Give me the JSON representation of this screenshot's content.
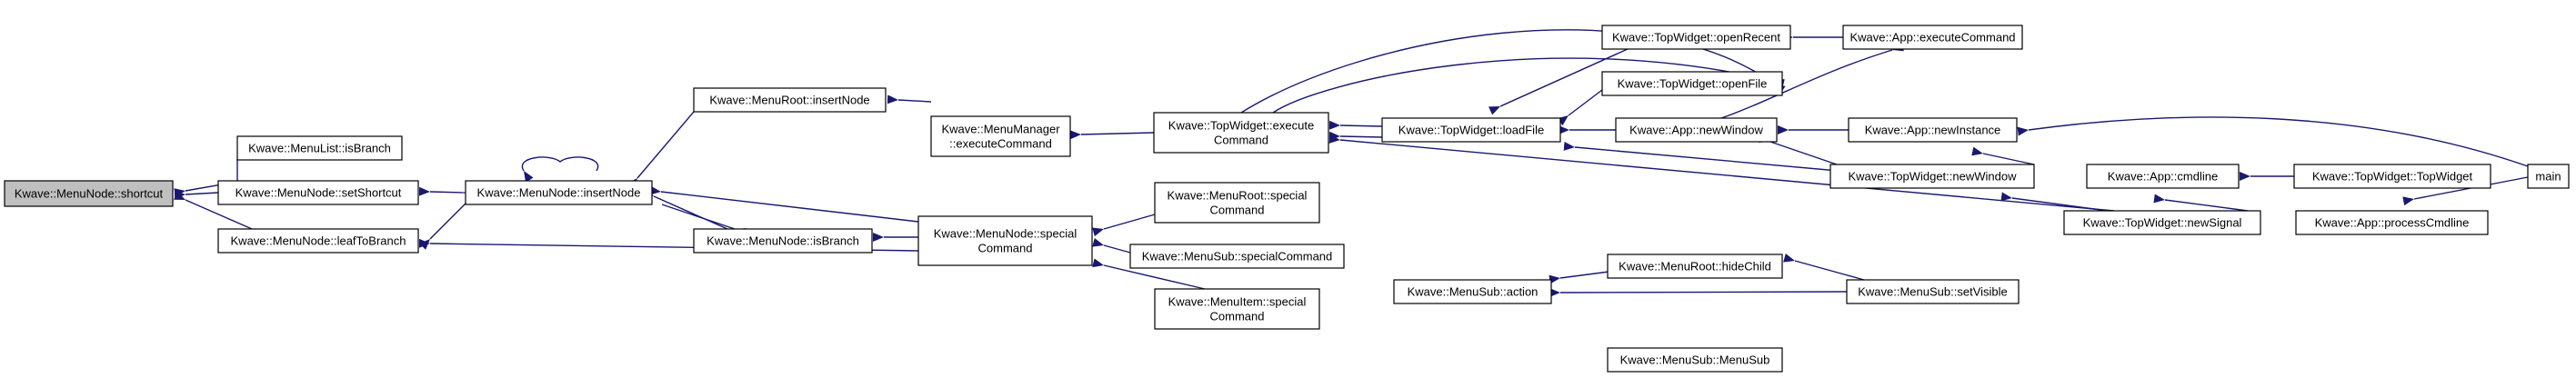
{
  "colors": {
    "edge": "#191970",
    "node_fill": "#ffffff",
    "highlight_fill": "#bfbfbf",
    "border": "#000000"
  },
  "nodes": [
    {
      "id": "n_shortcut",
      "lines": [
        "Kwave::MenuNode::shortcut"
      ],
      "highlight": true
    },
    {
      "id": "n_menulist_isbranch",
      "lines": [
        "Kwave::MenuList::isBranch"
      ]
    },
    {
      "id": "n_setshortcut",
      "lines": [
        "Kwave::MenuNode::setShortcut"
      ]
    },
    {
      "id": "n_leaftobranch",
      "lines": [
        "Kwave::MenuNode::leafToBranch"
      ]
    },
    {
      "id": "n_insertnode",
      "lines": [
        "Kwave::MenuNode::insertNode"
      ]
    },
    {
      "id": "n_isbranch",
      "lines": [
        "Kwave::MenuNode::isBranch"
      ]
    },
    {
      "id": "n_root_insertnode",
      "lines": [
        "Kwave::MenuRoot::insertNode"
      ]
    },
    {
      "id": "n_special",
      "lines": [
        "Kwave::MenuNode::special",
        "Command"
      ]
    },
    {
      "id": "n_manager_exec",
      "lines": [
        "Kwave::MenuManager",
        "::executeCommand"
      ]
    },
    {
      "id": "n_root_special",
      "lines": [
        "Kwave::MenuRoot::special",
        "Command"
      ]
    },
    {
      "id": "n_sub_special",
      "lines": [
        "Kwave::MenuSub::specialCommand"
      ]
    },
    {
      "id": "n_item_special",
      "lines": [
        "Kwave::MenuItem::special",
        "Command"
      ]
    },
    {
      "id": "n_tw_exec",
      "lines": [
        "Kwave::TopWidget::execute",
        "Command"
      ]
    },
    {
      "id": "n_sub_action",
      "lines": [
        "Kwave::MenuSub::action"
      ]
    },
    {
      "id": "n_tw_loadfile",
      "lines": [
        "Kwave::TopWidget::loadFile"
      ]
    },
    {
      "id": "n_tw_openrecent",
      "lines": [
        "Kwave::TopWidget::openRecent"
      ]
    },
    {
      "id": "n_tw_openfile",
      "lines": [
        "Kwave::TopWidget::openFile"
      ]
    },
    {
      "id": "n_app_newwindow",
      "lines": [
        "Kwave::App::newWindow"
      ]
    },
    {
      "id": "n_tw_newwindow",
      "lines": [
        "Kwave::TopWidget::newWindow"
      ]
    },
    {
      "id": "n_root_hidechild",
      "lines": [
        "Kwave::MenuRoot::hideChild"
      ]
    },
    {
      "id": "n_sub_menusub",
      "lines": [
        "Kwave::MenuSub::MenuSub"
      ]
    },
    {
      "id": "n_app_exec",
      "lines": [
        "Kwave::App::executeCommand"
      ]
    },
    {
      "id": "n_app_newinstance",
      "lines": [
        "Kwave::App::newInstance"
      ]
    },
    {
      "id": "n_sub_setvisible",
      "lines": [
        "Kwave::MenuSub::setVisible"
      ]
    },
    {
      "id": "n_tw_newsignal",
      "lines": [
        "Kwave::TopWidget::newSignal"
      ]
    },
    {
      "id": "n_app_cmdline",
      "lines": [
        "Kwave::App::cmdline"
      ]
    },
    {
      "id": "n_tw_topwidget",
      "lines": [
        "Kwave::TopWidget::TopWidget"
      ]
    },
    {
      "id": "n_app_processcmdline",
      "lines": [
        "Kwave::App::processCmdline"
      ]
    },
    {
      "id": "n_main",
      "lines": [
        "main"
      ]
    }
  ]
}
